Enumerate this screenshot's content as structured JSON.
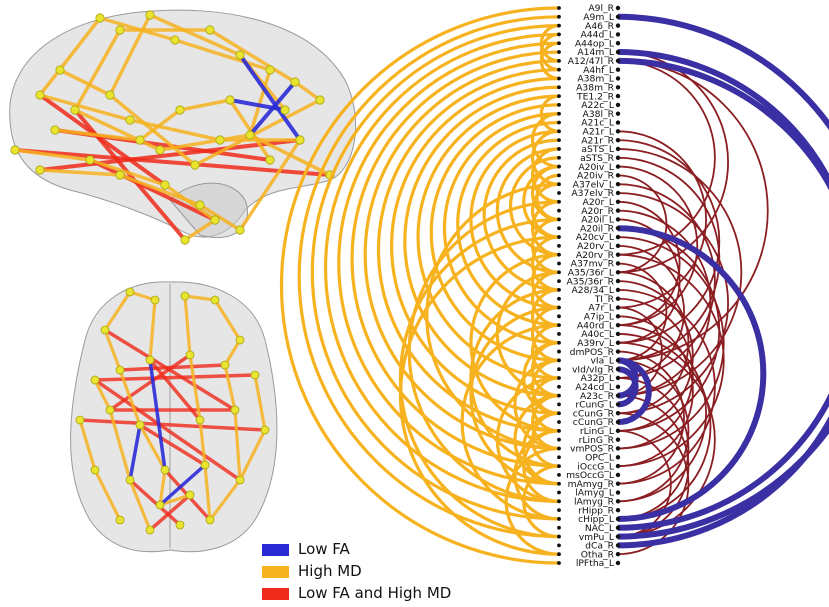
{
  "colors": {
    "low_fa": "#2b2bd6",
    "high_md": "#f6b21f",
    "low_fa_high_md": "#ef2a1a",
    "arc_blue": "#3a2fa3",
    "arc_dark_red": "#8b1e22",
    "node_yellow": "#e8e430",
    "brain_gray": "#c8c8c8"
  },
  "legend": [
    {
      "label": "Low FA",
      "color": "#2b2bd6"
    },
    {
      "label": "High MD",
      "color": "#f6b21f"
    },
    {
      "label": "Low FA and High MD",
      "color": "#ef2a1a"
    }
  ],
  "nodes": [
    "A9l_R",
    "A9m_L",
    "A46_R",
    "A44d_L",
    "A44op_L",
    "A14m_L",
    "A12/47l_R",
    "A4hf_L",
    "A38m_L",
    "A38m_R",
    "TE1.2_R",
    "A22c_L",
    "A38l_R",
    "A21c_L",
    "A21r_L",
    "A21r_R",
    "aSTS_L",
    "aSTS_R",
    "A20iv_L",
    "A20iv_R",
    "A37elv_L",
    "A37elv_R",
    "A20r_L",
    "A20r_R",
    "A20il_L",
    "A20il_R",
    "A20cv_L",
    "A20rv_L",
    "A20rv_R",
    "A37mv_R",
    "A35/36r_L",
    "A35/36r_R",
    "A28/34_L",
    "TI_R",
    "A7r_L",
    "A7ip_L",
    "A40rd_L",
    "A40c_L",
    "A39rv_L",
    "dmPOS_R",
    "vIa_L",
    "vId/vIg_R",
    "A32p_L",
    "A24cd_L",
    "A23c_R",
    "rCunG_L",
    "cCunG_R",
    "cCunG_R",
    "rLinG_L",
    "rLinG_R",
    "vmPOS_R",
    "OPC_L",
    "iOccG_L",
    "msOccG_L",
    "mAmyg_R",
    "lAmyg_L",
    "lAmyg_R",
    "rHipp_R",
    "cHipp_L",
    "NAC_L",
    "vmPu_L",
    "dCa_R",
    "Otha_R",
    "lPFtha_L"
  ],
  "arcs_high_md": [
    [
      0,
      64
    ],
    [
      1,
      60
    ],
    [
      2,
      58
    ],
    [
      3,
      56
    ],
    [
      4,
      54
    ],
    [
      5,
      52
    ],
    [
      6,
      50
    ],
    [
      7,
      48
    ],
    [
      8,
      46
    ],
    [
      9,
      44
    ],
    [
      10,
      42
    ],
    [
      11,
      40
    ],
    [
      12,
      38
    ],
    [
      13,
      36
    ],
    [
      14,
      34
    ],
    [
      15,
      32
    ],
    [
      16,
      30
    ],
    [
      17,
      28
    ],
    [
      18,
      26
    ],
    [
      19,
      24
    ],
    [
      3,
      7
    ],
    [
      2,
      6
    ],
    [
      4,
      8
    ],
    [
      20,
      50
    ],
    [
      22,
      56
    ],
    [
      24,
      60
    ],
    [
      26,
      62
    ],
    [
      28,
      48
    ],
    [
      30,
      44
    ],
    [
      32,
      52
    ],
    [
      34,
      54
    ],
    [
      36,
      58
    ],
    [
      38,
      46
    ],
    [
      40,
      50
    ],
    [
      42,
      56
    ],
    [
      44,
      54
    ],
    [
      46,
      52
    ],
    [
      48,
      58
    ],
    [
      50,
      62
    ],
    [
      52,
      60
    ],
    [
      10,
      14
    ],
    [
      12,
      18
    ],
    [
      14,
      20
    ],
    [
      16,
      22
    ],
    [
      18,
      24
    ],
    [
      20,
      26
    ],
    [
      22,
      28
    ],
    [
      24,
      30
    ],
    [
      26,
      32
    ],
    [
      28,
      34
    ],
    [
      30,
      36
    ],
    [
      32,
      38
    ],
    [
      34,
      40
    ],
    [
      36,
      42
    ],
    [
      38,
      44
    ],
    [
      40,
      46
    ],
    [
      42,
      48
    ],
    [
      44,
      50
    ],
    [
      46,
      54
    ],
    [
      48,
      56
    ]
  ],
  "arcs_dark_red": [
    [
      5,
      30
    ],
    [
      6,
      28
    ],
    [
      6,
      40
    ],
    [
      14,
      34
    ],
    [
      15,
      38
    ],
    [
      16,
      44
    ],
    [
      17,
      40
    ],
    [
      18,
      36
    ],
    [
      19,
      30
    ],
    [
      20,
      42
    ],
    [
      21,
      46
    ],
    [
      22,
      36
    ],
    [
      23,
      44
    ],
    [
      24,
      38
    ],
    [
      25,
      48
    ],
    [
      26,
      50
    ],
    [
      27,
      42
    ],
    [
      28,
      52
    ],
    [
      29,
      40
    ],
    [
      30,
      46
    ],
    [
      31,
      48
    ],
    [
      32,
      54
    ],
    [
      33,
      50
    ],
    [
      34,
      44
    ],
    [
      35,
      52
    ],
    [
      36,
      56
    ],
    [
      37,
      58
    ],
    [
      38,
      60
    ],
    [
      39,
      54
    ],
    [
      40,
      56
    ],
    [
      42,
      58
    ],
    [
      44,
      60
    ],
    [
      46,
      62
    ],
    [
      48,
      60
    ]
  ],
  "arcs_blue": [
    [
      1,
      60
    ],
    [
      5,
      59
    ],
    [
      6,
      61
    ],
    [
      25,
      58
    ],
    [
      40,
      44
    ],
    [
      40,
      47
    ],
    [
      41,
      45
    ]
  ]
}
